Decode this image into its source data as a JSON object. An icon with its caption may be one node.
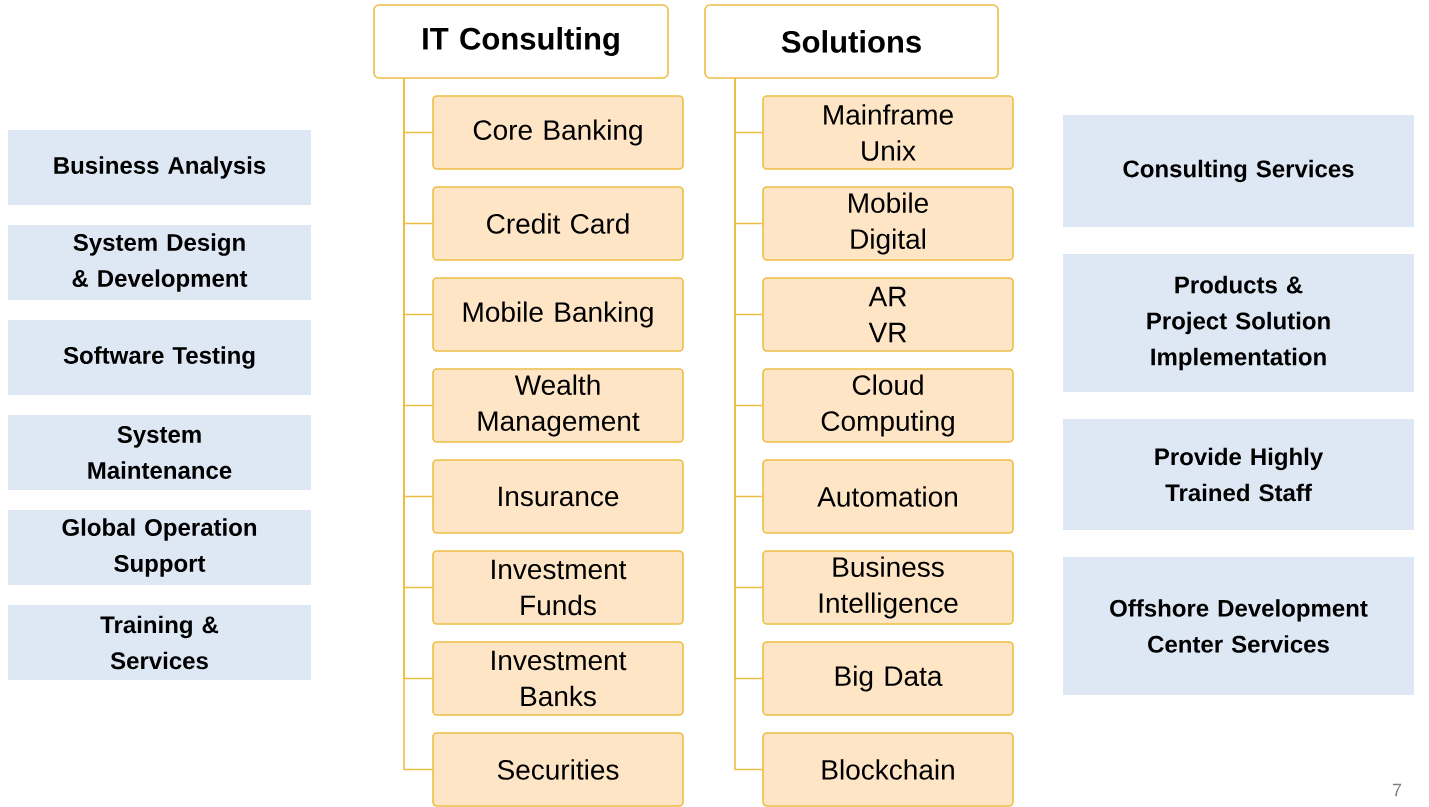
{
  "diagram": {
    "nodes": [
      {
        "text": [
          "IT Consulting"
        ]
      },
      {
        "text": [
          "Solutions"
        ]
      },
      {
        "text": [
          "Core Banking"
        ]
      },
      {
        "text": [
          "Credit Card"
        ]
      },
      {
        "text": [
          "Mobile Banking"
        ]
      },
      {
        "text": [
          "Wealth Management"
        ]
      },
      {
        "text": [
          "Insurance"
        ]
      },
      {
        "text": [
          "Investment Funds"
        ]
      },
      {
        "text": [
          "Investment Banks"
        ]
      },
      {
        "text": [
          "Securities"
        ]
      },
      {
        "text": [
          "Mainframe Unix"
        ]
      },
      {
        "text": [
          "Mobile Digital"
        ]
      },
      {
        "text": [
          "AR VR"
        ]
      },
      {
        "text": [
          "Cloud Computing"
        ]
      },
      {
        "text": [
          "Automation"
        ]
      },
      {
        "text": [
          "Business Intelligence"
        ]
      },
      {
        "text": [
          "Big Data"
        ]
      },
      {
        "text": [
          "Blockchain"
        ]
      },
      {
        "text": [
          "Business Analysis"
        ]
      },
      {
        "text": [
          "System Design & Development"
        ]
      },
      {
        "text": [
          "Software Testing"
        ]
      },
      {
        "text": [
          "System Maintenance"
        ]
      },
      {
        "text": [
          "Global Operation Support"
        ]
      },
      {
        "text": [
          "Training & Services"
        ]
      },
      {
        "text": [
          "Consulting Services"
        ]
      },
      {
        "text": [
          "Products & Project Solution Implementation"
        ]
      },
      {
        "text": [
          "Provide Highly Trained Staff"
        ]
      },
      {
        "text": [
          "Offshore Development Center Services"
        ]
      }
    ],
    "edges": [
      {
        "from": 0,
        "to": 2,
        "arrow": "none"
      },
      {
        "from": 0,
        "to": 3,
        "arrow": "none"
      },
      {
        "from": 0,
        "to": 4,
        "arrow": "none"
      },
      {
        "from": 0,
        "to": 5,
        "arrow": "none"
      },
      {
        "from": 0,
        "to": 6,
        "arrow": "none"
      },
      {
        "from": 0,
        "to": 7,
        "arrow": "none"
      },
      {
        "from": 0,
        "to": 8,
        "arrow": "none"
      },
      {
        "from": 0,
        "to": 9,
        "arrow": "none"
      },
      {
        "from": 1,
        "to": 10,
        "arrow": "none"
      },
      {
        "from": 1,
        "to": 11,
        "arrow": "none"
      },
      {
        "from": 1,
        "to": 12,
        "arrow": "none"
      },
      {
        "from": 1,
        "to": 13,
        "arrow": "none"
      },
      {
        "from": 1,
        "to": 14,
        "arrow": "none"
      },
      {
        "from": 1,
        "to": 15,
        "arrow": "none"
      },
      {
        "from": 1,
        "to": 16,
        "arrow": "none"
      },
      {
        "from": 1,
        "to": 17,
        "arrow": "none"
      }
    ],
    "labels": [
      "7"
    ]
  }
}
